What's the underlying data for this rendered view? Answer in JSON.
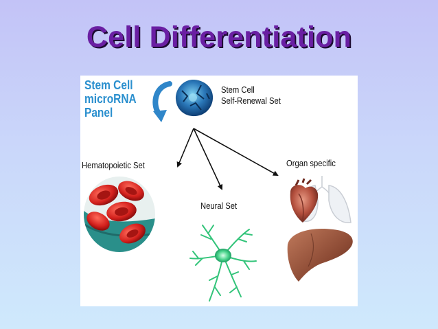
{
  "title": "Cell Differentiation",
  "panel_label": {
    "line1": "Stem Cell",
    "line2": "microRNA",
    "line3": "Panel"
  },
  "nodes": {
    "stem": {
      "line1": "Stem Cell",
      "line2": "Self-Renewal Set"
    },
    "hematopoietic": "Hematopoietic Set",
    "neural": "Neural Set",
    "organ": "Organ specific"
  },
  "colors": {
    "title": "#6a1fa3",
    "panel_label": "#2a8fce",
    "background_top": "#c3c3f7",
    "background_bottom": "#cfe9fc"
  },
  "icons": [
    "self-renewal-arrow-icon",
    "stem-cell-icon",
    "red-blood-cells-icon",
    "neuron-icon",
    "heart-icon",
    "lungs-icon",
    "liver-icon"
  ]
}
